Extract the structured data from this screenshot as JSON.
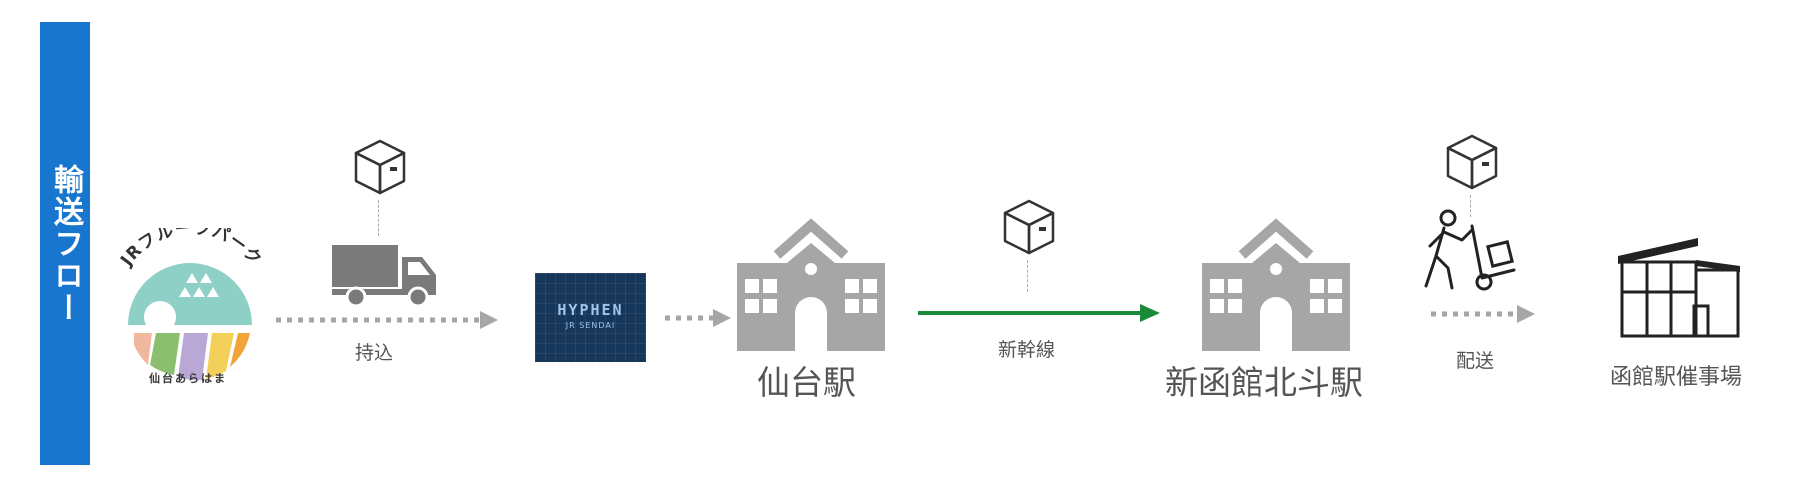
{
  "sidebar": {
    "title": "輸送フロー"
  },
  "logo": {
    "name": "JRフルーツパーク",
    "subtitle": "仙台あらはま"
  },
  "partner": {
    "title": "HYPHEN",
    "subtitle": "JR SENDAI"
  },
  "steps": {
    "carry_in": "持込",
    "shinkansen": "新幹線",
    "delivery": "配送"
  },
  "stations": {
    "sendai": "仙台駅",
    "hakodate": "新函館北斗駅",
    "venue": "函館駅催事場"
  },
  "colors": {
    "sidebar": "#1976cf",
    "gray_icon": "#a6a6a6",
    "truck": "#7a7a7a",
    "arrow_gray": "#a6a6a6",
    "arrow_green": "#1a8a3a",
    "logo_teal": "#8fd0c6"
  },
  "icons": {
    "package": "package-icon",
    "truck": "truck-icon",
    "station": "station-building-icon",
    "courier": "courier-with-cart-icon",
    "venue": "venue-building-icon"
  }
}
